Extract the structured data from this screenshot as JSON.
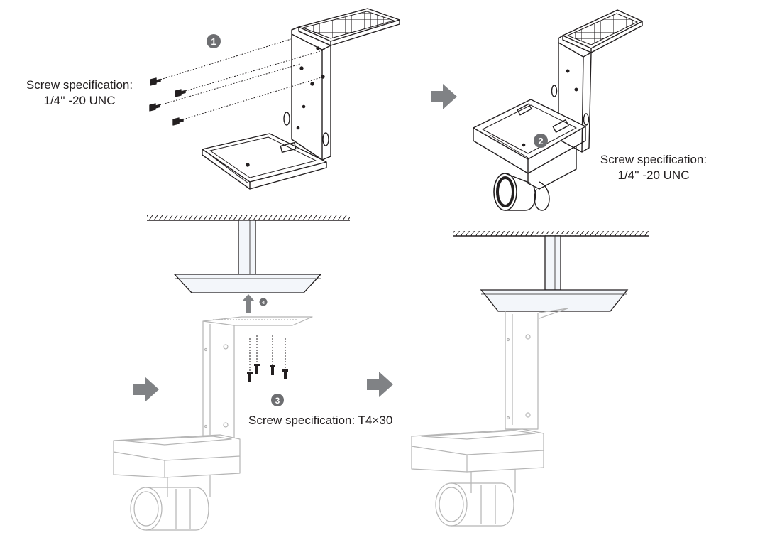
{
  "labels": {
    "spec_step1_line1": "Screw specification:",
    "spec_step1_line2": "1/4'' -20 UNC",
    "spec_step2_line1": "Screw specification:",
    "spec_step2_line2": "1/4'' -20 UNC",
    "spec_step3": "Screw specification: T4×30"
  },
  "steps": [
    {
      "num": "1"
    },
    {
      "num": "2"
    },
    {
      "num": "3"
    },
    {
      "num": "4"
    }
  ],
  "colors": {
    "line_dark": "#231f20",
    "line_light": "#b5b5b5",
    "badge": "#6d6e71",
    "arrow": "#808285",
    "ceiling_fill": "#f3f6fa"
  }
}
